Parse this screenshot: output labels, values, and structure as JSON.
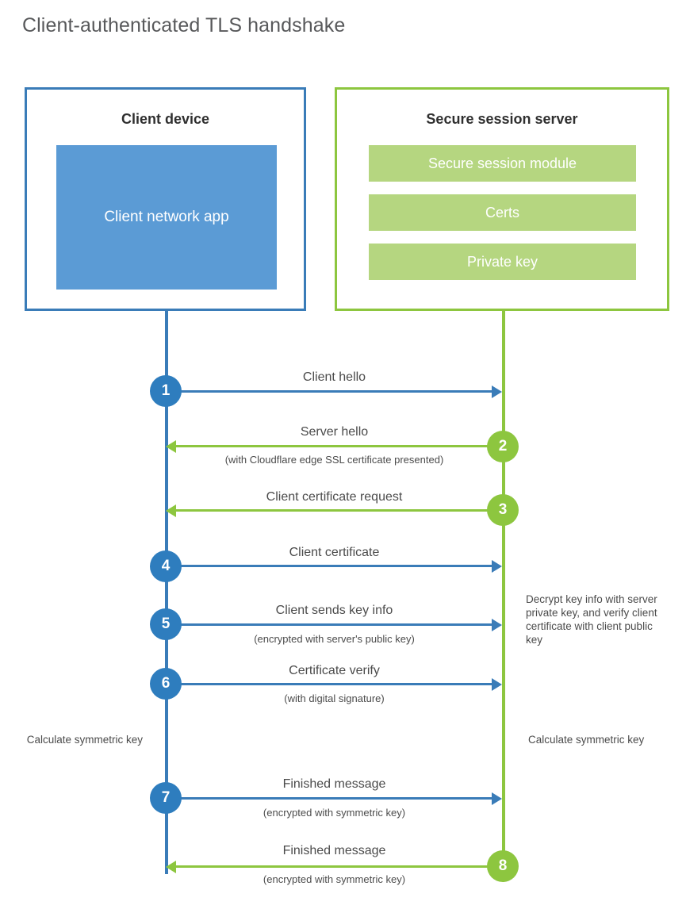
{
  "title": "Client-authenticated TLS handshake",
  "colors": {
    "client_accent": "#3a7cb8",
    "client_circle": "#2e7dbe",
    "client_app_fill": "#5b9bd5",
    "server_accent": "#8dc63f",
    "server_module_fill": "#b5d680",
    "title_text": "#58595b",
    "body_text": "#4b4b4b"
  },
  "actors": {
    "client": {
      "title": "Client device",
      "app_label": "Client network app"
    },
    "server": {
      "title": "Secure session server",
      "modules": [
        "Secure session module",
        "Certs",
        "Private key"
      ]
    }
  },
  "messages": [
    {
      "step": "1",
      "label": "Client hello",
      "sub": "",
      "direction": "client-to-server",
      "side": "client"
    },
    {
      "step": "2",
      "label": "Server hello",
      "sub": "(with Cloudflare edge SSL certificate presented)",
      "direction": "server-to-client",
      "side": "server"
    },
    {
      "step": "3",
      "label": "Client certificate request",
      "sub": "",
      "direction": "server-to-client",
      "side": "server"
    },
    {
      "step": "4",
      "label": "Client certificate",
      "sub": "",
      "direction": "client-to-server",
      "side": "client"
    },
    {
      "step": "5",
      "label": "Client sends key info",
      "sub": "(encrypted with server's public key)",
      "direction": "client-to-server",
      "side": "client"
    },
    {
      "step": "6",
      "label": "Certificate verify",
      "sub": "(with digital signature)",
      "direction": "client-to-server",
      "side": "client"
    },
    {
      "step": "7",
      "label": "Finished message",
      "sub": "(encrypted with symmetric key)",
      "direction": "client-to-server",
      "side": "client"
    },
    {
      "step": "8",
      "label": "Finished message",
      "sub": "(encrypted with symmetric key)",
      "direction": "server-to-client",
      "side": "server"
    }
  ],
  "notes": {
    "server_decrypt": "Decrypt key info with server private key, and verify client certificate with client public key",
    "client_calculate": "Calculate symmetric key",
    "server_calculate": "Calculate symmetric key"
  }
}
